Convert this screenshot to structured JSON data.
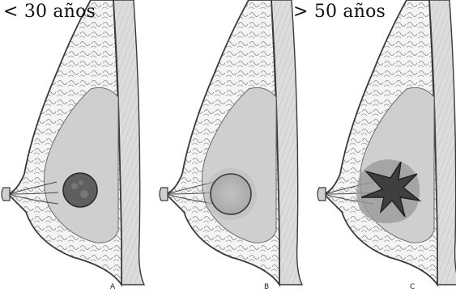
{
  "labels": {
    "age_left": "< 30 años",
    "age_right": "> 50 años"
  },
  "panels": [
    {
      "letter": "A"
    },
    {
      "letter": "B"
    },
    {
      "letter": "C"
    }
  ],
  "colors": {
    "background": "#ffffff",
    "outline": "#3a3a3a",
    "skin_fill": "#e9e9e9",
    "gland_fill": "#c9c9c9",
    "muscle_fill": "#d8d8d8",
    "lesion_a": "#5f5f5f",
    "lesion_b": "#b3b3b3",
    "lesion_c": "#3f3f3f"
  }
}
